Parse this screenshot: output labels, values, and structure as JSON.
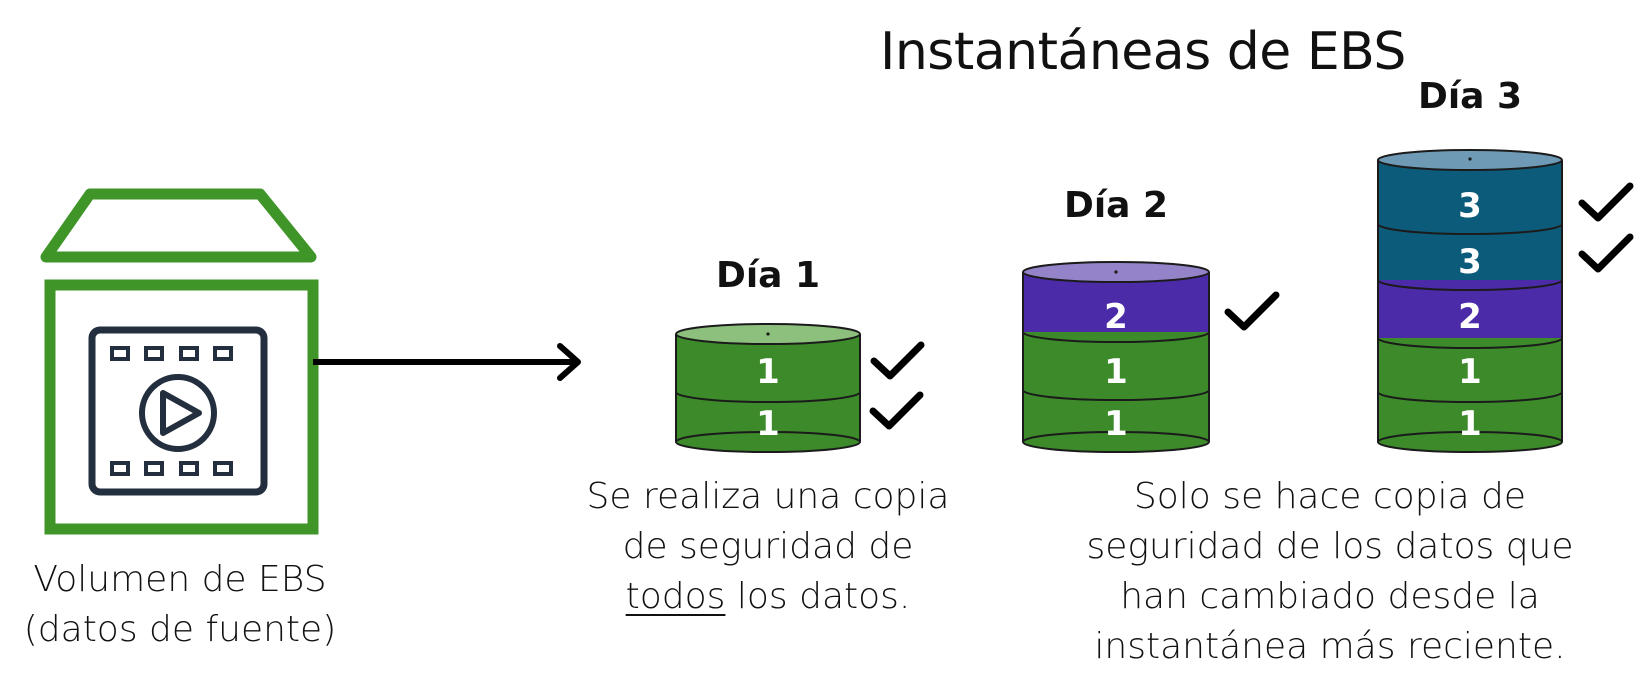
{
  "title": "Instantáneas de EBS",
  "colors": {
    "volume_green": "#3f9527",
    "block_green": "#3d8a2a",
    "block_purple": "#4b2ba8",
    "block_teal": "#0d5b7a",
    "icon_dark": "#232f3e"
  },
  "source": {
    "icon": "film-volume-icon",
    "label_line1": "Volumen de EBS",
    "label_line2": "(datos de fuente)"
  },
  "days": [
    {
      "label": "Día 1",
      "blocks": [
        "1",
        "1"
      ]
    },
    {
      "label": "Día 2",
      "blocks": [
        "1",
        "1",
        "2"
      ]
    },
    {
      "label": "Día 3",
      "blocks": [
        "1",
        "1",
        "2",
        "3",
        "3"
      ]
    }
  ],
  "captions": {
    "day1": {
      "line1": "Se realiza una copia",
      "line2": "de seguridad de",
      "line3_underlined": "todos",
      "line3_rest": " los datos."
    },
    "incremental": {
      "line1": "Solo se hace copia de",
      "line2": "seguridad de los datos que",
      "line3": "han cambiado desde la",
      "line4": "instantánea más reciente."
    }
  }
}
